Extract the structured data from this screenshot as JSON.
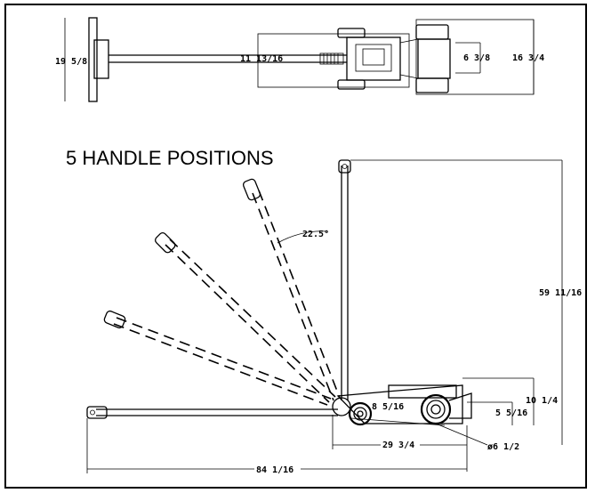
{
  "title": "5 HANDLE POSITIONS",
  "dimensions": {
    "top_width": "19 5/8",
    "top_length": "11 13/16",
    "top_inner": "6 3/8",
    "top_outer": "16 3/4",
    "angle": "22.5°",
    "height": "59 11/16",
    "wheel": "8 5/16",
    "side_height": "10 1/4",
    "side_low": "5 5/16",
    "base": "29 3/4",
    "wheel_dia": "ø6 1/2",
    "overall": "84 1/16"
  }
}
